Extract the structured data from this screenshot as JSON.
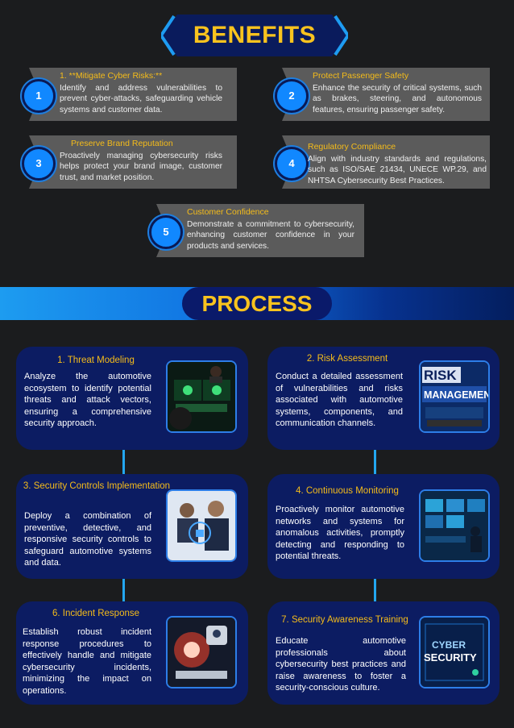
{
  "benefits": {
    "title": "BENEFITS",
    "items": [
      {
        "number": "1",
        "heading": "1. **Mitigate Cyber Risks:**",
        "text": "Identify and address vulnerabilities to prevent cyber-attacks, safeguarding vehicle systems and customer data."
      },
      {
        "number": "2",
        "heading": "Protect Passenger Safety",
        "text": "Enhance the security of critical systems, such as brakes, steering, and autonomous features, ensuring passenger safety."
      },
      {
        "number": "3",
        "heading": "Preserve Brand Reputation",
        "text": "Proactively managing cybersecurity risks helps protect your brand image, customer trust, and market position."
      },
      {
        "number": "4",
        "heading": "Regulatory Compliance",
        "text": "Align with industry standards and regulations, such as ISO/SAE 21434, UNECE WP.29, and NHTSA Cybersecurity Best Practices."
      },
      {
        "number": "5",
        "heading": "Customer Confidence",
        "text": "Demonstrate a commitment to cybersecurity, enhancing customer confidence in your products and services."
      }
    ]
  },
  "process": {
    "title": "PROCESS",
    "steps": [
      {
        "heading": "1. Threat Modeling",
        "text": "Analyze the automotive ecosystem to identify potential threats and attack vectors, ensuring a comprehensive security approach."
      },
      {
        "heading": "2. Risk Assessment",
        "text": "Conduct a detailed assessment of vulnerabilities and risks associated with automotive systems, components, and communication channels.",
        "image_text_1": "RISK",
        "image_text_2": "MANAGEMEN"
      },
      {
        "heading": "3. Security Controls Implementation",
        "text": "Deploy a combination of preventive, detective, and responsive security controls to safeguard automotive systems and data."
      },
      {
        "heading": "4. Continuous Monitoring",
        "text": "Proactively monitor automotive networks and systems for anomalous activities, promptly detecting and responding to potential threats."
      },
      {
        "heading": "6. Incident Response",
        "text": "Establish robust incident response procedures to effectively handle and mitigate cybersecurity incidents, minimizing the impact on operations."
      },
      {
        "heading": "7. Security Awareness Training",
        "text": "Educate automotive professionals about cybersecurity best practices and raise awareness to foster a security-conscious culture.",
        "image_text_1": "CYBER",
        "image_text_2": "SECURITY"
      }
    ]
  },
  "colors": {
    "accent": "#f9c31e",
    "card_navy": "#0c1c62",
    "badge_blue": "#1188ff",
    "benefit_card_gray": "#5b5b5b"
  }
}
